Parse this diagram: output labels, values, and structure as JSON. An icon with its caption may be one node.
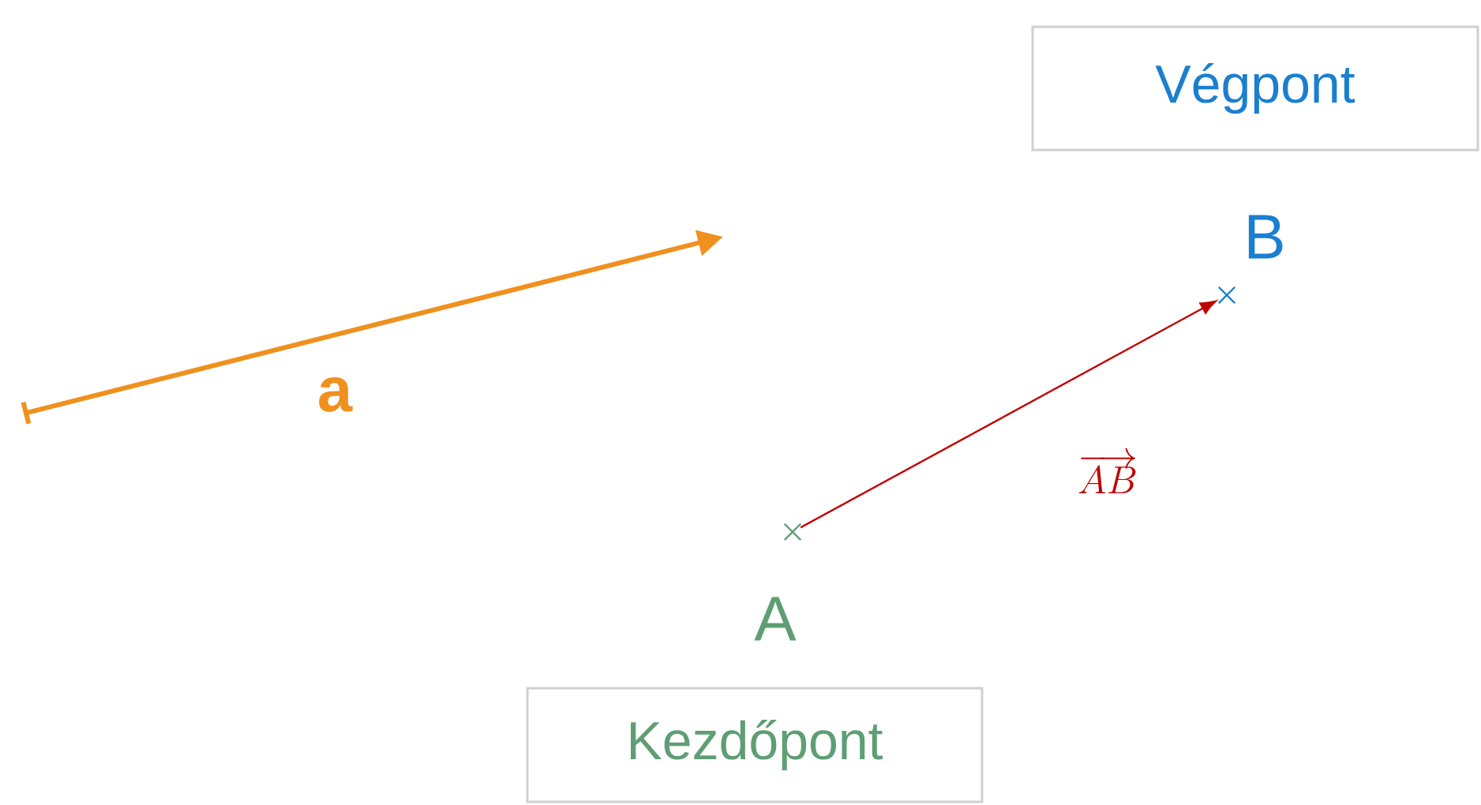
{
  "diagram": {
    "nodes": [
      {
        "text": [
          "Végpont"
        ]
      },
      {
        "text": [
          "B"
        ]
      },
      {
        "text": [
          "A"
        ]
      },
      {
        "text": [
          "Kezdőpont"
        ]
      }
    ],
    "edges": [
      {
        "from": 2,
        "to": 1,
        "arrow": "to",
        "label": "\\overrightarrow{AB}"
      }
    ],
    "labels": [
      "a"
    ]
  }
}
